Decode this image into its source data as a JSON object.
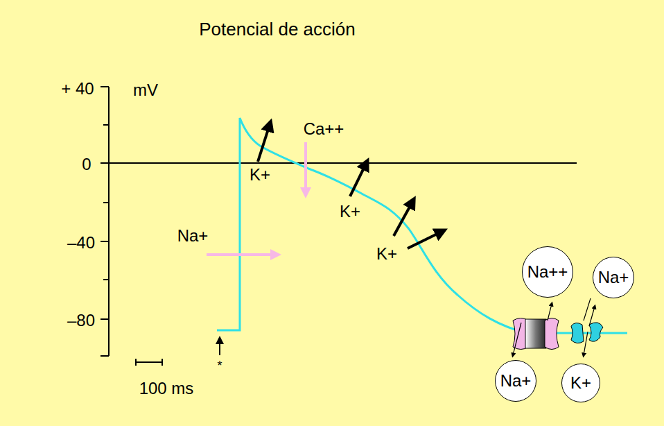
{
  "diagram": {
    "title": "Potencial de acción",
    "nodes": [
      {
        "text": [
          "Na++"
        ]
      },
      {
        "text": [
          "Na+"
        ]
      },
      {
        "text": [
          "Na+"
        ]
      },
      {
        "text": [
          "K+"
        ]
      }
    ],
    "labels": [
      "+ 40",
      "mV",
      "0",
      "–40",
      "–80",
      "100 ms",
      "*",
      "Na+",
      "Ca++",
      "K+",
      "K+",
      "K+"
    ]
  }
}
